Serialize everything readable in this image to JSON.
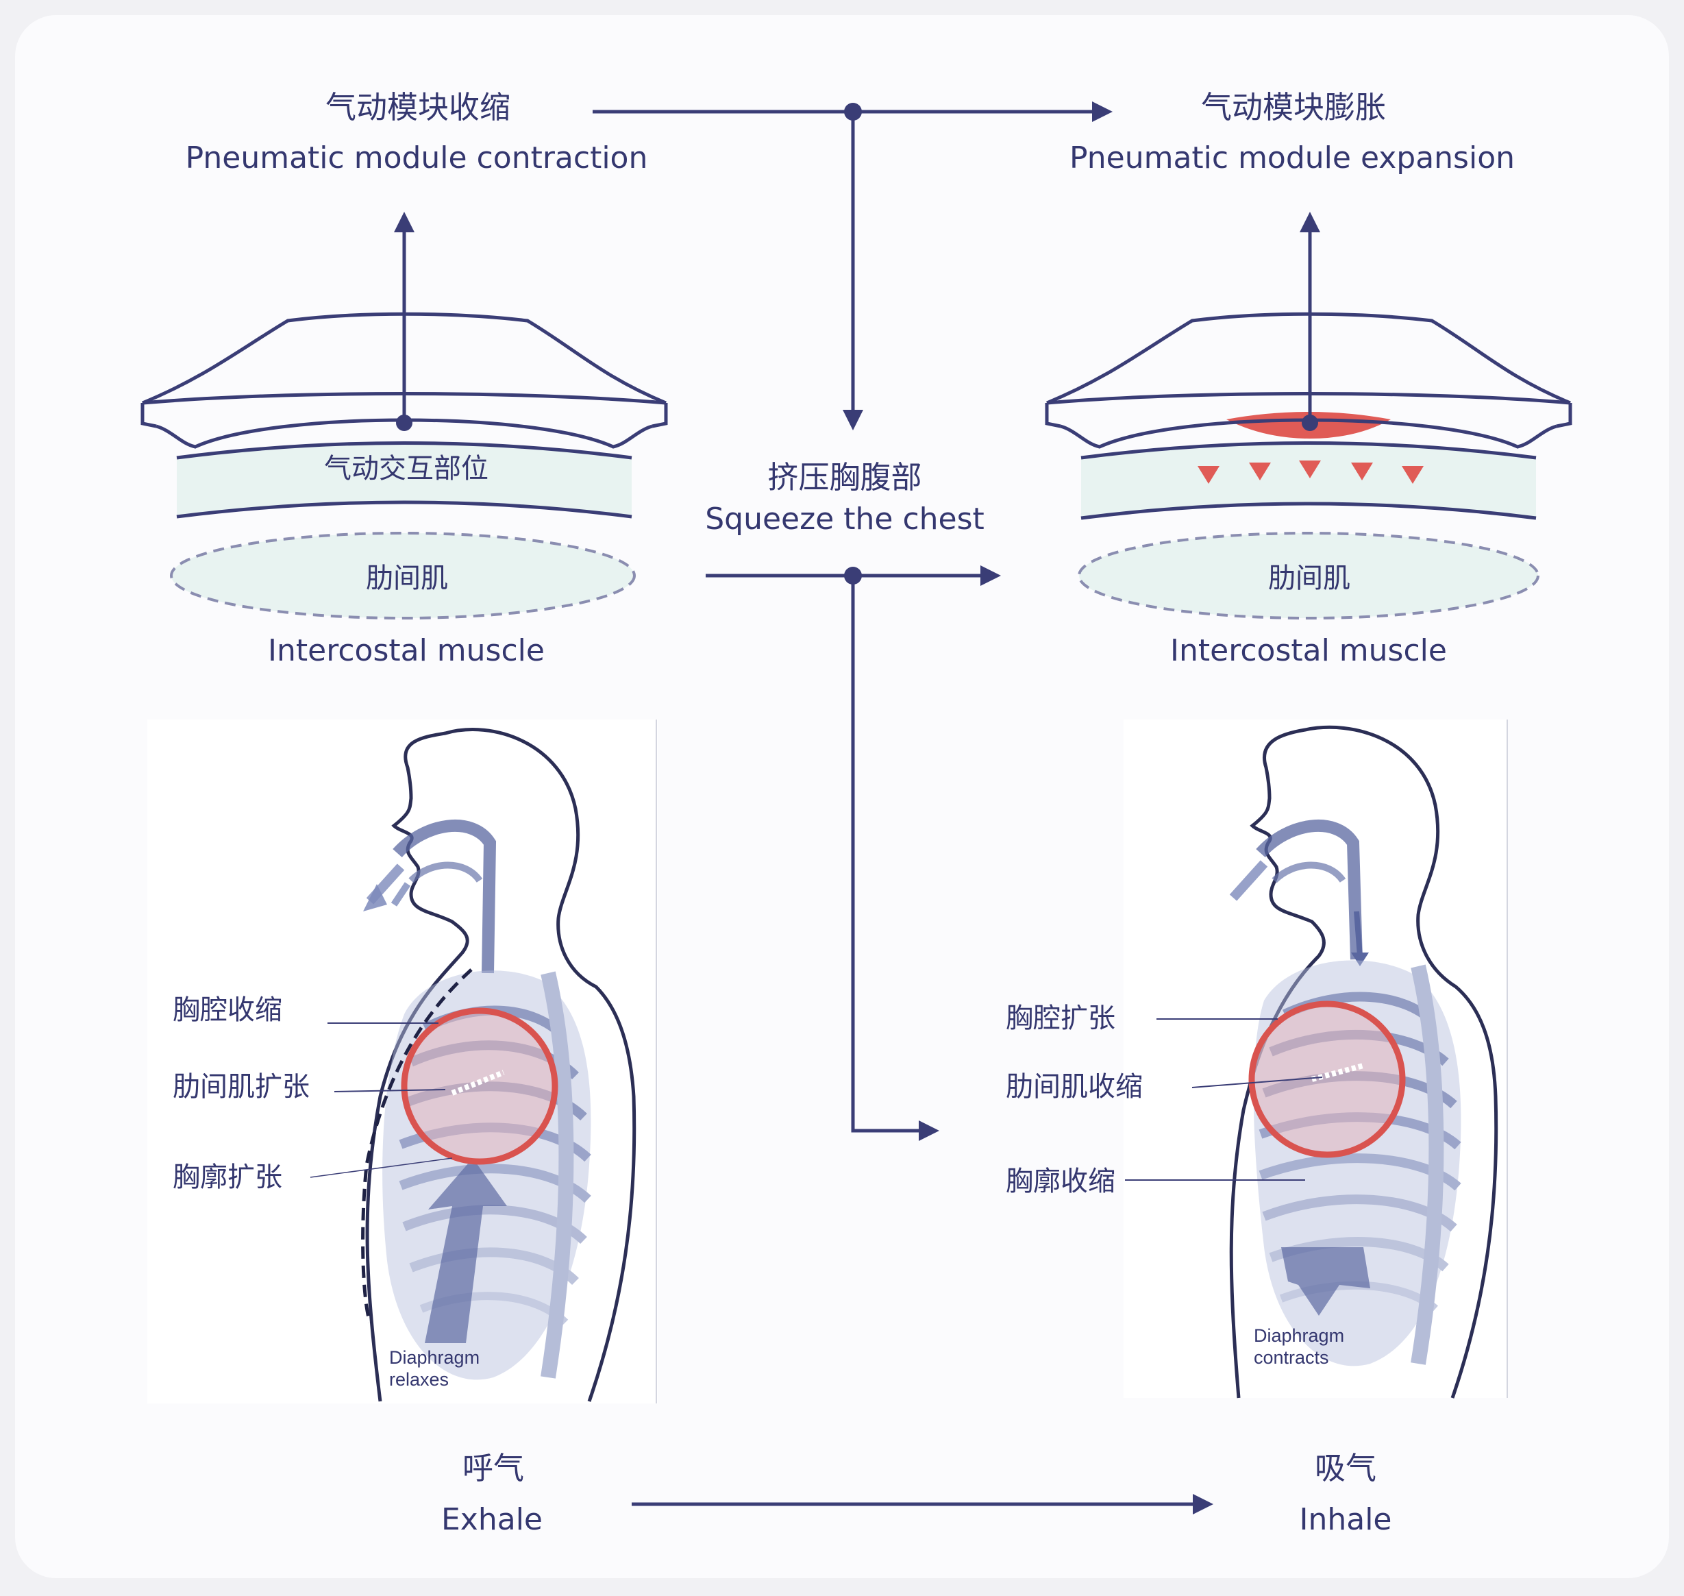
{
  "colors": {
    "navy": "#3a3d76",
    "red": "#d9534f",
    "mint": "#e8f3f1",
    "card": "#fbfbfd",
    "body_blue": "#8b96bd"
  },
  "top_left": {
    "title_cn": "气动模块收缩",
    "title_en": "Pneumatic module contraction",
    "interaction_cn": "气动交互部位",
    "muscle_cn": "肋间肌",
    "muscle_en": "Intercostal muscle"
  },
  "top_right": {
    "title_cn": "气动模块膨胀",
    "title_en": "Pneumatic module expansion",
    "muscle_cn": "肋间肌",
    "muscle_en": "Intercostal muscle"
  },
  "center": {
    "squeeze_cn": "挤压胸腹部",
    "squeeze_en": "Squeeze the chest"
  },
  "left_figure": {
    "label_1": "胸腔收缩",
    "label_2": "肋间肌扩张",
    "label_3": "胸廓扩张",
    "diaphragm_1": "Diaphragm",
    "diaphragm_2": "relaxes"
  },
  "right_figure": {
    "label_1": "胸腔扩张",
    "label_2": "肋间肌收缩",
    "label_3": "胸廓收缩",
    "diaphragm_1": "Diaphragm",
    "diaphragm_2": "contracts"
  },
  "bottom": {
    "exhale_cn": "呼气",
    "exhale_en": "Exhale",
    "inhale_cn": "吸气",
    "inhale_en": "Inhale"
  }
}
